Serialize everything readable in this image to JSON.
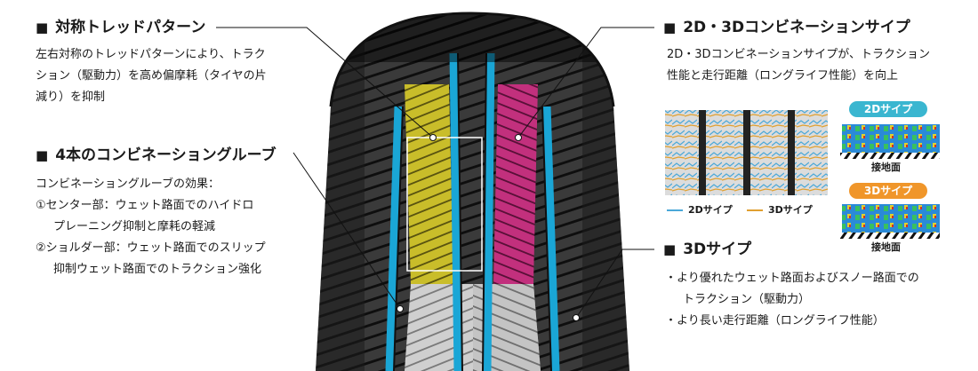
{
  "sections": {
    "symmetric": {
      "title": "対称トレッドパターン",
      "lines": [
        "左右対称のトレッドパターンにより、トラク",
        "ション（駆動力）を高め偏摩耗（タイヤの片",
        "減り）を抑制"
      ]
    },
    "grooves": {
      "title": "4本のコンビネーショングルーブ",
      "lines": [
        "コンビネーショングルーブの効果：",
        "①センター部：ウェット路面でのハイドロ",
        "プレーニング抑制と摩耗の軽減",
        "②ショルダー部：ウェット路面でのスリップ",
        "抑制ウェット路面でのトラクション強化"
      ]
    },
    "sipe_combo": {
      "title": "2D・3Dコンビネーションサイプ",
      "lines": [
        "2D・3Dコンビネーションサイプが、トラクション",
        "性能と走行距離（ロングライフ性能）を向上"
      ]
    },
    "sipe_3d": {
      "title": "3Dサイプ",
      "lines": [
        "・より優れたウェット路面およびスノー路面での",
        "トラクション（駆動力）",
        "・より長い走行距離（ロングライフ性能）"
      ]
    }
  },
  "square_mark": "■",
  "badges": {
    "d2": "2Dサイプ",
    "d3": "3Dサイプ"
  },
  "contact_label": "接地面",
  "legend": [
    {
      "label": "2Dサイプ",
      "color": "#4aa8d8"
    },
    {
      "label": "3Dサイプ",
      "color": "#e0a030"
    }
  ],
  "colors": {
    "yellow_zone": "#c9bd2a",
    "magenta_zone": "#c2307d",
    "groove_blue": "#1aa6d6",
    "badge_2d": "#3ab6d0",
    "badge_3d": "#f0962a"
  }
}
